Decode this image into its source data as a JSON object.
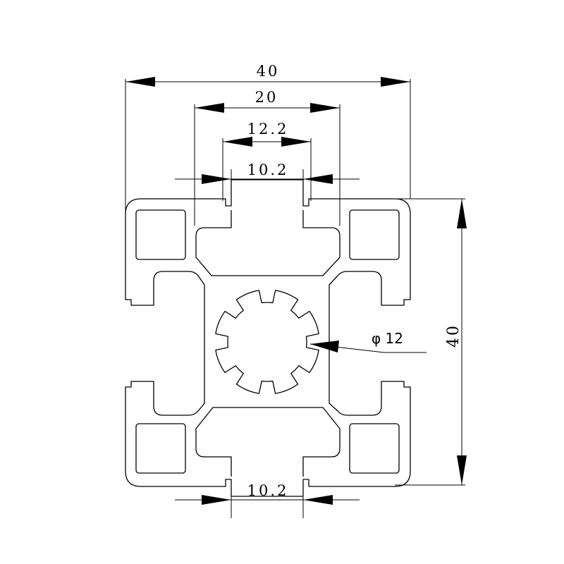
{
  "drawing": {
    "dimensions": {
      "overall_width": "40",
      "slot_outer_width": "20",
      "slot_inner_width": "12.2",
      "slot_opening_top": "10.2",
      "slot_opening_bottom": "10.2",
      "overall_height": "40",
      "center_bore": "φ 12"
    }
  }
}
